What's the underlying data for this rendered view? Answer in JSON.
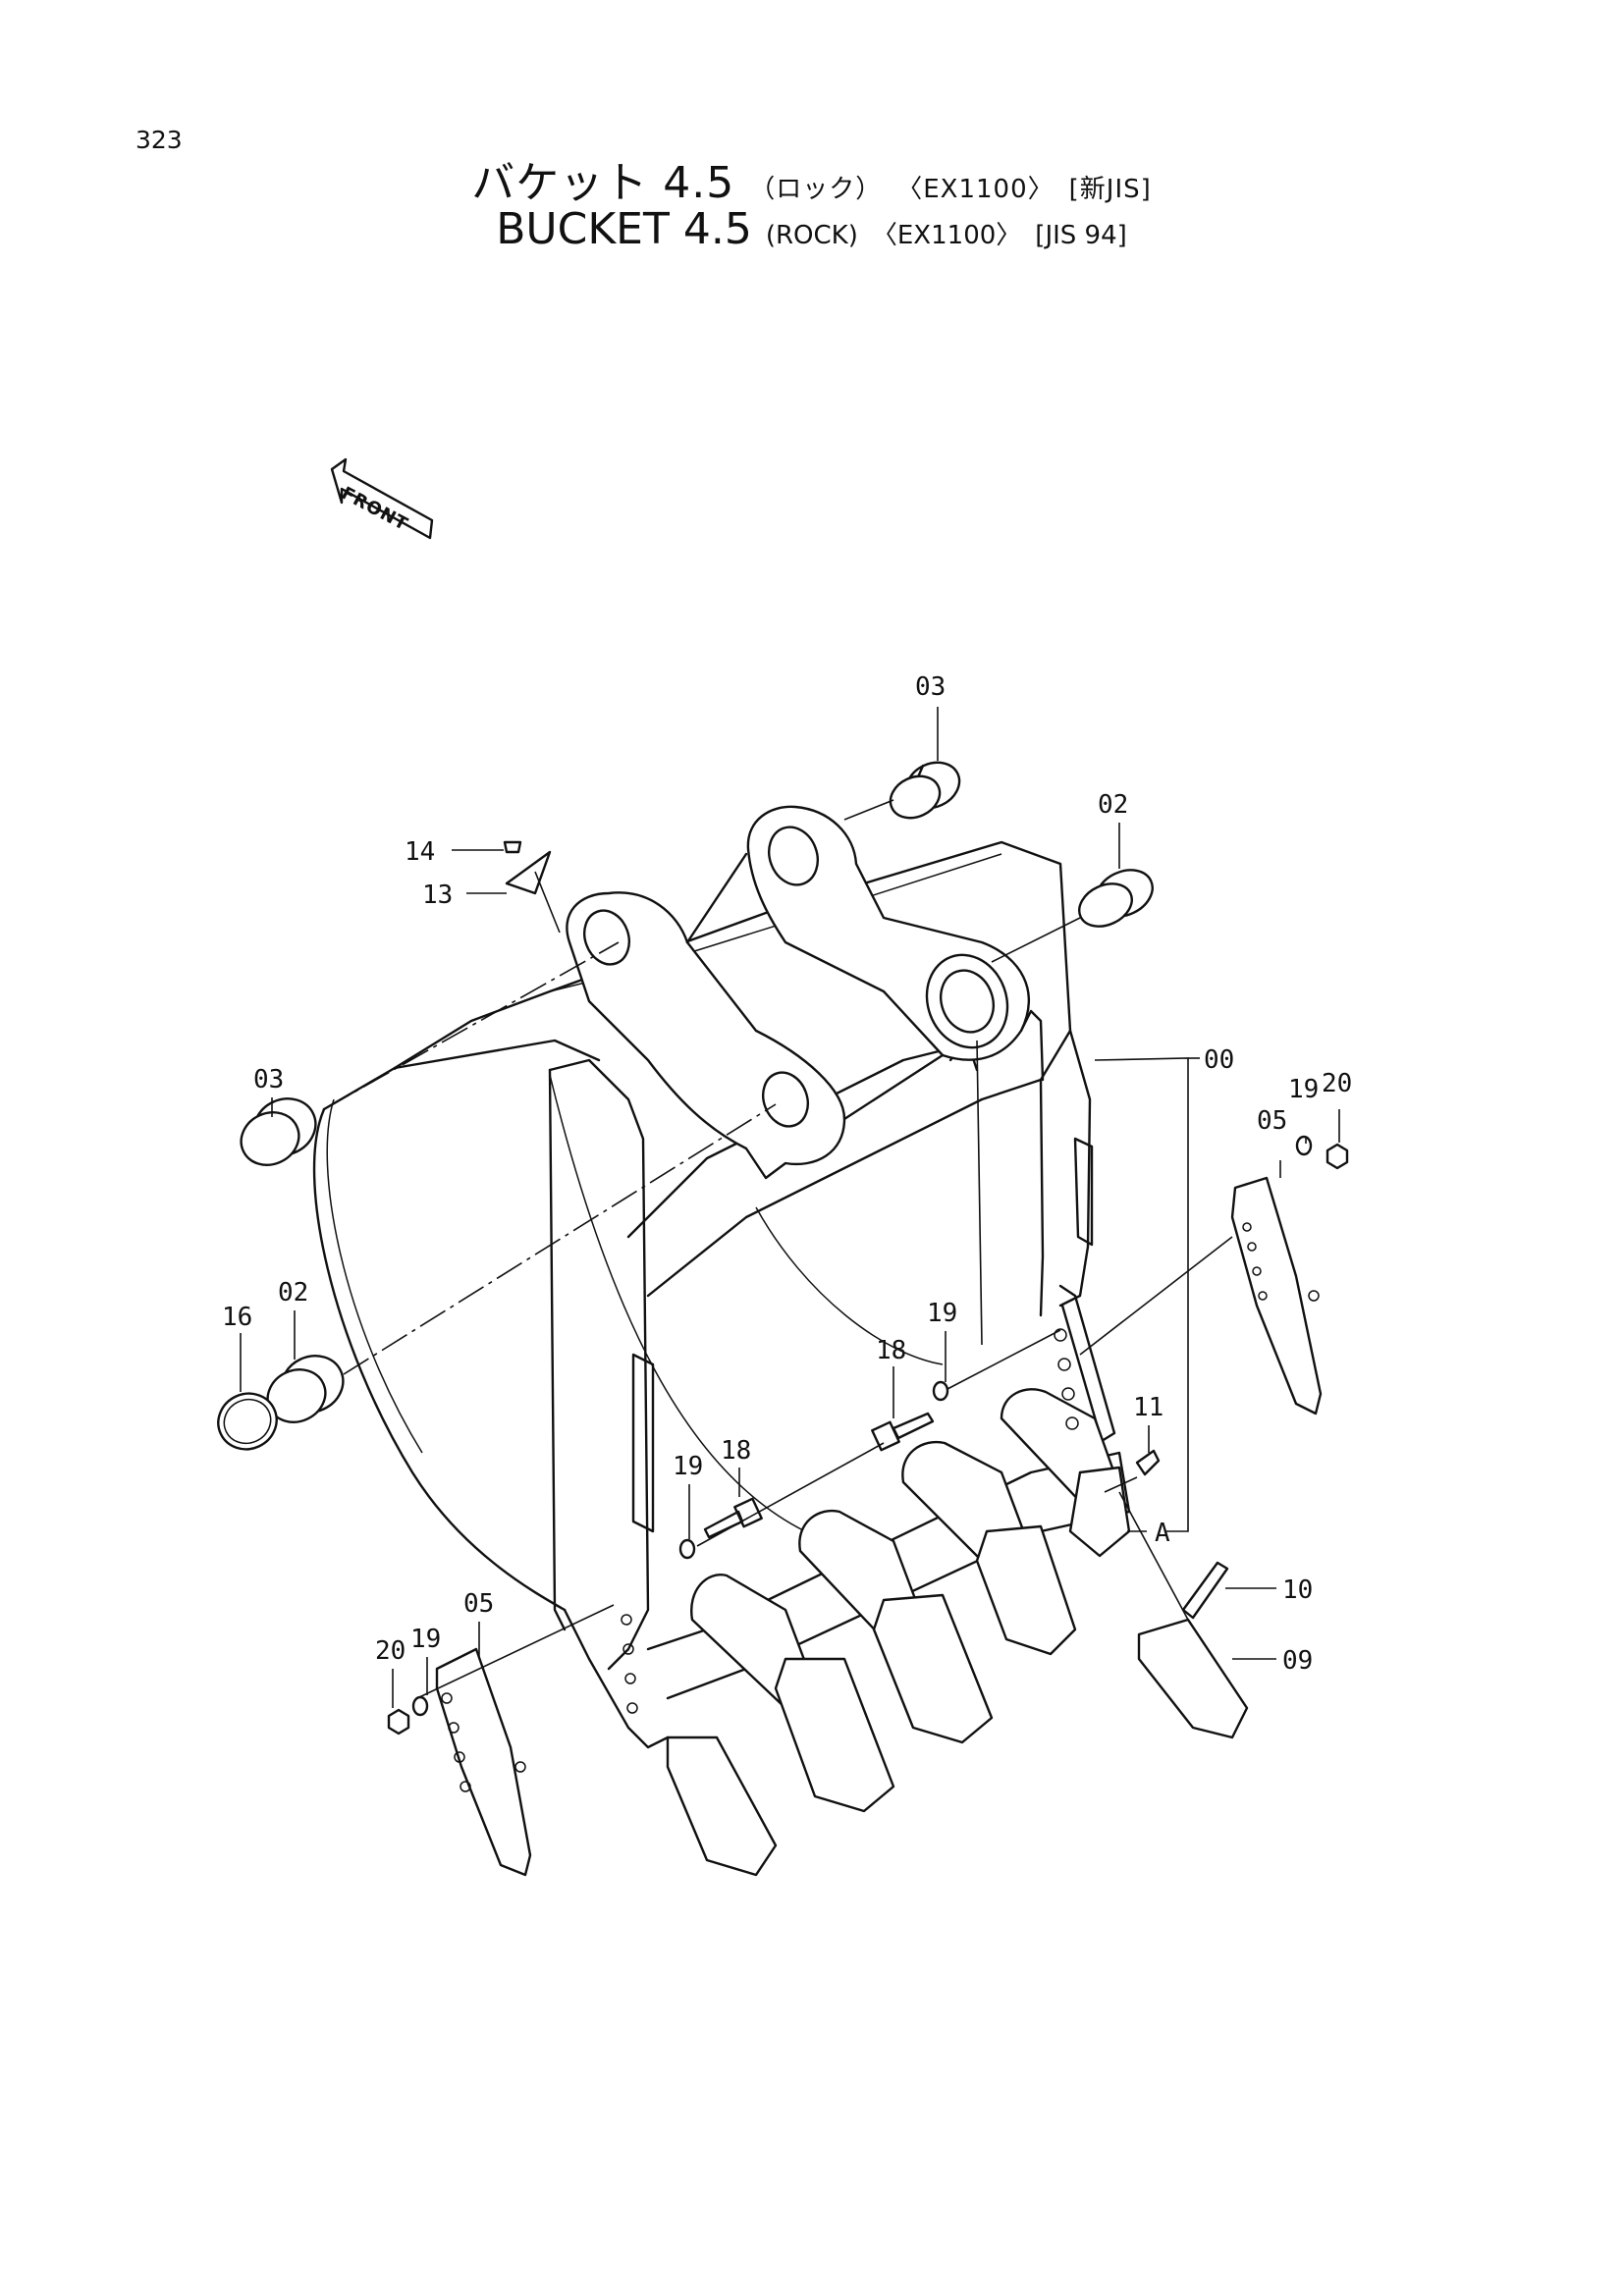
{
  "page_number": "323",
  "title_jp": {
    "name": "バケット",
    "capacity": "4.5",
    "type": "（ロック）",
    "model": "〈EX1100〉",
    "standard": "[新JIS]"
  },
  "title_en": {
    "name": "BUCKET",
    "capacity": "4.5",
    "type": "(ROCK)",
    "model": "〈EX1100〉",
    "standard": "[JIS 94]"
  },
  "front_arrow": {
    "label": "FRONT"
  },
  "view_marker": {
    "label": "A"
  },
  "callouts": [
    "00",
    "02",
    "02",
    "03",
    "03",
    "05",
    "05",
    "09",
    "10",
    "11",
    "13",
    "14",
    "16",
    "18",
    "18",
    "19",
    "19",
    "19",
    "19",
    "20",
    "20"
  ]
}
